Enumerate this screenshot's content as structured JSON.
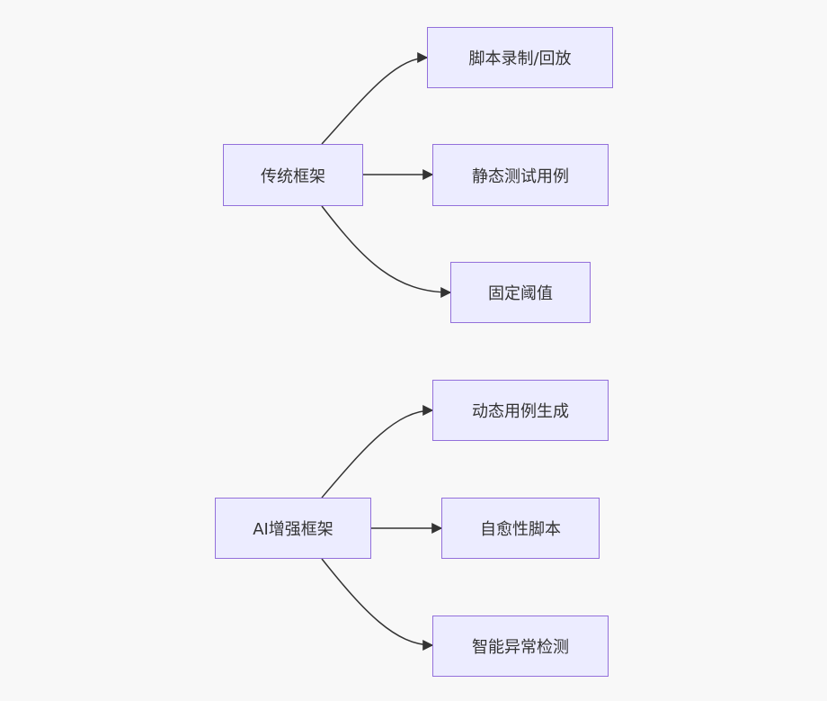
{
  "groups": [
    {
      "root": "传统框架",
      "children": [
        "脚本录制/回放",
        "静态测试用例",
        "固定阈值"
      ]
    },
    {
      "root": "AI增强框架",
      "children": [
        "动态用例生成",
        "自愈性脚本",
        "智能异常检测"
      ]
    }
  ],
  "colors": {
    "node_fill": "#ececff",
    "node_border": "#9370db",
    "edge": "#333333",
    "background": "#f8f8f8"
  }
}
